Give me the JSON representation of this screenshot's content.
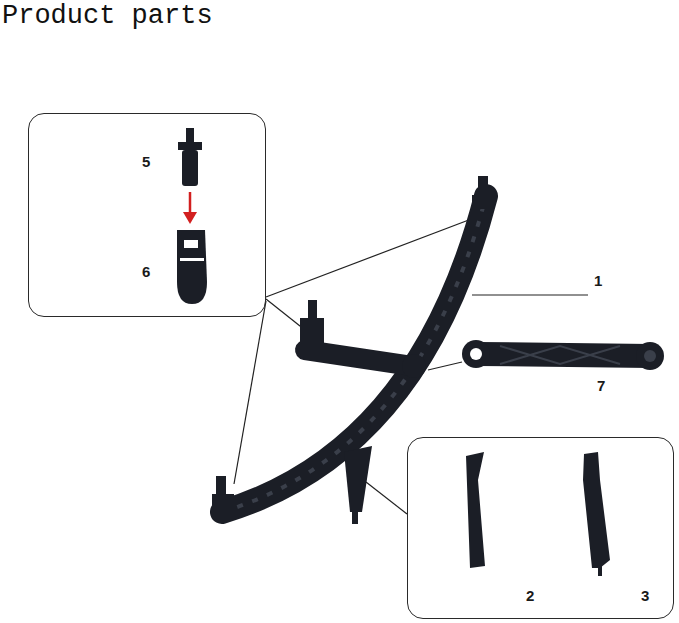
{
  "diagram": {
    "title": "Product parts",
    "nodes": [
      {
        "text": [
          "5",
          "6"
        ]
      },
      {
        "text": [
          "2",
          "3"
        ]
      }
    ],
    "labels": [
      "1",
      "7"
    ]
  }
}
